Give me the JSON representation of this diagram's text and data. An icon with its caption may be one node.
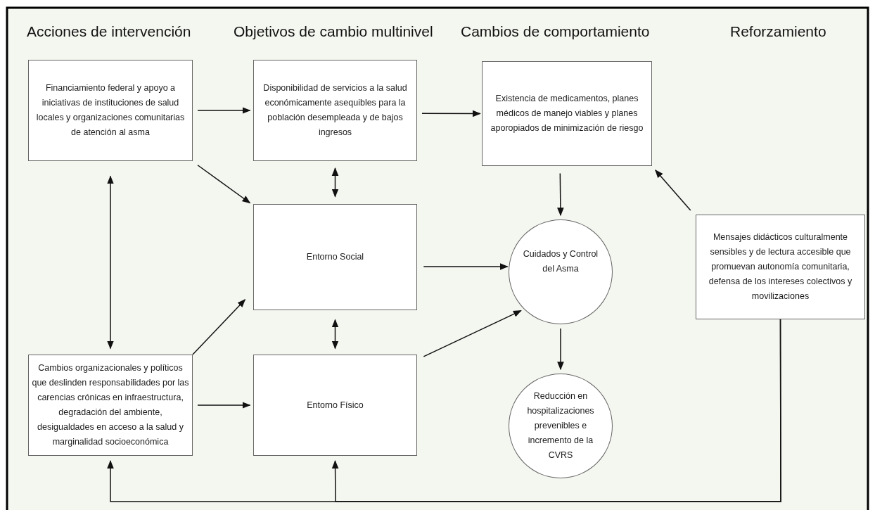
{
  "diagram": {
    "nodes": [
      {
        "text": [
          "Financiamiento federal y apoyo a iniciativas de instituciones de salud locales y organizaciones comunitarias de atención al asma"
        ]
      },
      {
        "text": [
          "Disponibilidad de servicios a la salud económicamente asequibles para la población desempleada y de bajos ingresos"
        ]
      },
      {
        "text": [
          "Existencia de medicamentos,  planes médicos de manejo viables y planes aporopiados de minimización de riesgo"
        ]
      },
      {
        "text": [
          "Entorno Social"
        ]
      },
      {
        "text": [
          "Cuidados y Control del Asma"
        ]
      },
      {
        "text": [
          "Mensajes didácticos culturalmente sensibles y de lectura accesible que promuevan autonomía comunitaria, defensa de los intereses colectivos y movilizaciones"
        ]
      },
      {
        "text": [
          "Cambios organizacionales y políticos que deslinden responsabilidades por las carencias crónicas en infraestructura, degradación del ambiente, desigualdades en acceso a la salud y marginalidad socioeconómica"
        ]
      },
      {
        "text": [
          "Entorno Físico"
        ]
      },
      {
        "text": [
          "Reducción en hospitalizaciones prevenibles e incremento de la CVRS"
        ]
      }
    ],
    "edges": [
      {
        "from": 0,
        "to": 1,
        "arrow": "to"
      },
      {
        "from": 1,
        "to": 2,
        "arrow": "to"
      },
      {
        "from": 0,
        "to": 3,
        "arrow": "to"
      },
      {
        "from": 1,
        "to": 3,
        "arrow": "both"
      },
      {
        "from": 0,
        "to": 6,
        "arrow": "both"
      },
      {
        "from": 6,
        "to": 3,
        "arrow": "to"
      },
      {
        "from": 6,
        "to": 7,
        "arrow": "to"
      },
      {
        "from": 3,
        "to": 7,
        "arrow": "both"
      },
      {
        "from": 3,
        "to": 4,
        "arrow": "to"
      },
      {
        "from": 7,
        "to": 4,
        "arrow": "to"
      },
      {
        "from": 2,
        "to": 4,
        "arrow": "to"
      },
      {
        "from": 5,
        "to": 2,
        "arrow": "to"
      },
      {
        "from": 4,
        "to": 8,
        "arrow": "to"
      },
      {
        "from": 5,
        "to": 6,
        "arrow": "to"
      },
      {
        "from": 5,
        "to": 7,
        "arrow": "to"
      }
    ],
    "labels": [
      "Acciones de intervención",
      "Objetivos de cambio multinivel",
      "Cambios de comportamiento",
      "Reforzamiento"
    ]
  }
}
